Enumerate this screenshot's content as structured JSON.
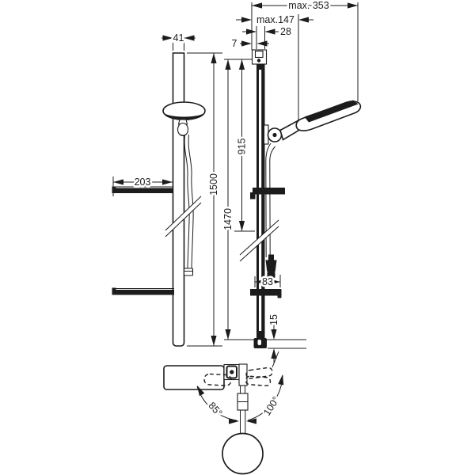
{
  "drawing": {
    "type": "technical-dimension-drawing",
    "subject": "shower rail set with hand shower, hose and shelves (front view, side view, top view)",
    "colors": {
      "ink": "#1c1c1c",
      "background": "#ffffff"
    }
  },
  "dimensions": {
    "max_reach": "max. 353",
    "max_handle_reach": "max.147",
    "rail_depth": "28",
    "wall_gap": "7",
    "bar_width": "41",
    "shelf_width": "203",
    "bar_length": "1500",
    "fixing_distance": "1470",
    "upper_section": "915",
    "hose_offset": "83",
    "bottom_bracket_height": "15",
    "swivel_angle_left": "85°",
    "swivel_angle_right": "100°"
  }
}
